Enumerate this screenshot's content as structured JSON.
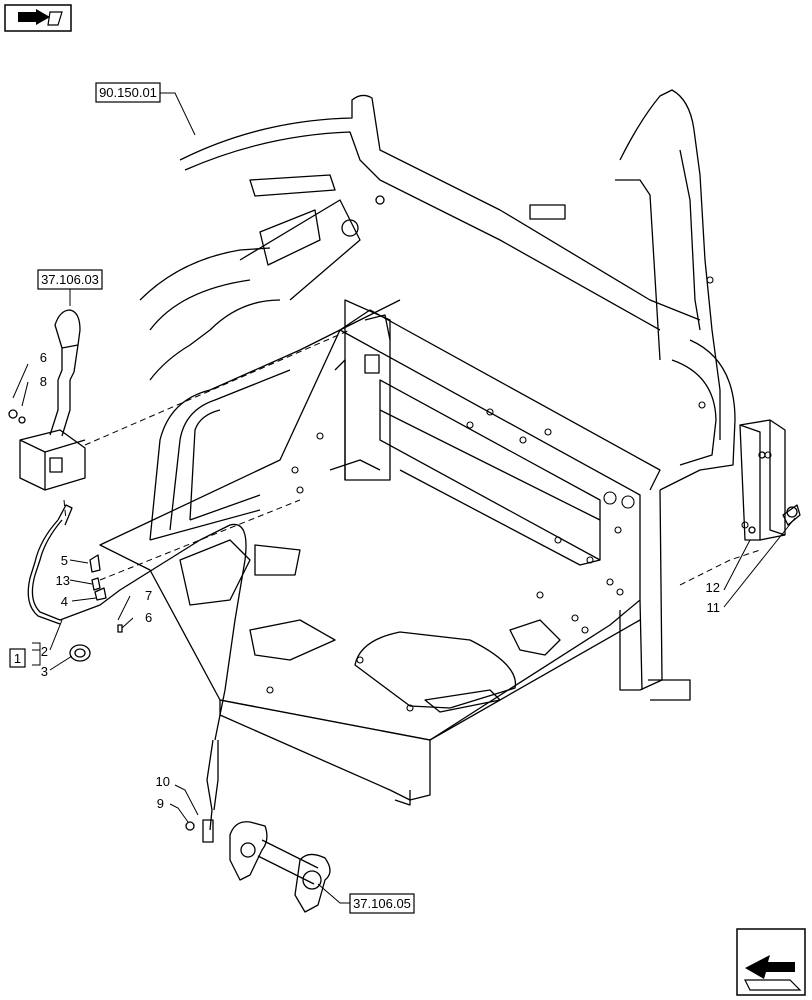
{
  "references": {
    "ref_90_150_01": "90.150.01",
    "ref_37_106_03": "37.106.03",
    "ref_37_106_05": "37.106.05"
  },
  "callouts": {
    "c1": "1",
    "c2": "2",
    "c3": "3",
    "c4": "4",
    "c5": "5",
    "c6a": "6",
    "c6b": "6",
    "c7": "7",
    "c8": "8",
    "c9": "9",
    "c10": "10",
    "c11": "11",
    "c12": "12",
    "c13": "13"
  },
  "icons": {
    "top_left": "book-page-arrow-icon",
    "bottom_right": "next-page-arrow-icon"
  }
}
